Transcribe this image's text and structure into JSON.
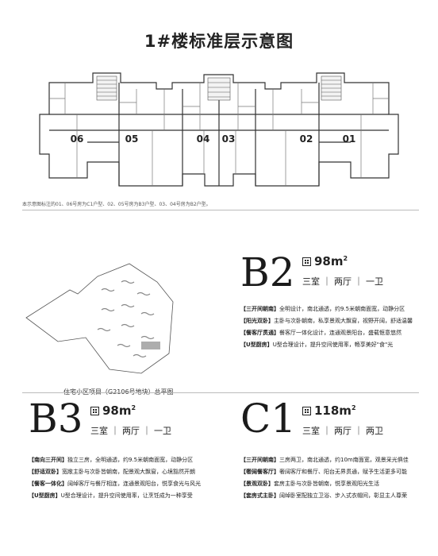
{
  "title": "1#楼标准层示意图",
  "plan": {
    "unit_labels": [
      "06",
      "05",
      "04",
      "03",
      "02",
      "01"
    ]
  },
  "note": "本示意图标注的01、06号房为C1户型、02、05号房为B3户型、03、04号房为B2户型。",
  "map_caption": "住宅小区项目（G2106号地块）总平图",
  "b2": {
    "letter": "B2",
    "area": "98m",
    "area_sup": "2",
    "rooms": [
      "三室",
      "两厅",
      "一卫"
    ],
    "features": [
      {
        "tag": "【三开间朝南】",
        "text": "全明设计，南北通透，约9.5米朝南面宽，动静分区"
      },
      {
        "tag": "【阳光双卧】",
        "text": "主卧与次卧朝南，私享景观大飘窗，视野开阔，舒适温馨"
      },
      {
        "tag": "【餐客厅贯通】",
        "text": "餐客厅一体化设计，连通观景阳台，盛载惬意悠然"
      },
      {
        "tag": "【U型厨房】",
        "text": "U型合理设计，提升空间使用率，畅享美好\"食\"光"
      }
    ]
  },
  "b3": {
    "letter": "B3",
    "area": "98m",
    "area_sup": "2",
    "rooms": [
      "三室",
      "两厅",
      "一卫"
    ],
    "features": [
      {
        "tag": "【南向三开间】",
        "text": "独立三房，全明通透，约9.5米朝南面宽，动静分区"
      },
      {
        "tag": "【舒适双卧】",
        "text": "宽敞主卧与次卧皆朝南，配景观大飘窗，心境豁然开朗"
      },
      {
        "tag": "【餐客一体化】",
        "text": "阔绰客厅与餐厅相连，连通景观阳台，悦享食光与风光"
      },
      {
        "tag": "【U型厨房】",
        "text": "U型合理设计，提升空间使用率，让烹饪成为一种享受"
      }
    ]
  },
  "c1": {
    "letter": "C1",
    "area": "118m",
    "area_sup": "2",
    "rooms": [
      "三室",
      "两厅",
      "两卫"
    ],
    "features": [
      {
        "tag": "【三开间朝南】",
        "text": "三房两卫，南北通透，约10m南面宽，观景采光俱佳"
      },
      {
        "tag": "【奢阔餐客厅】",
        "text": "奢阔客厅和餐厅、阳台无界贯通，赋予生活更多可能"
      },
      {
        "tag": "【景观双卧】",
        "text": "套房主卧与次卧皆朝南，悦享景观阳光生活"
      },
      {
        "tag": "【套房式主卧】",
        "text": "阔绰卧室配独立卫浴、步入式衣帽间，彰显主人尊荣"
      }
    ]
  }
}
